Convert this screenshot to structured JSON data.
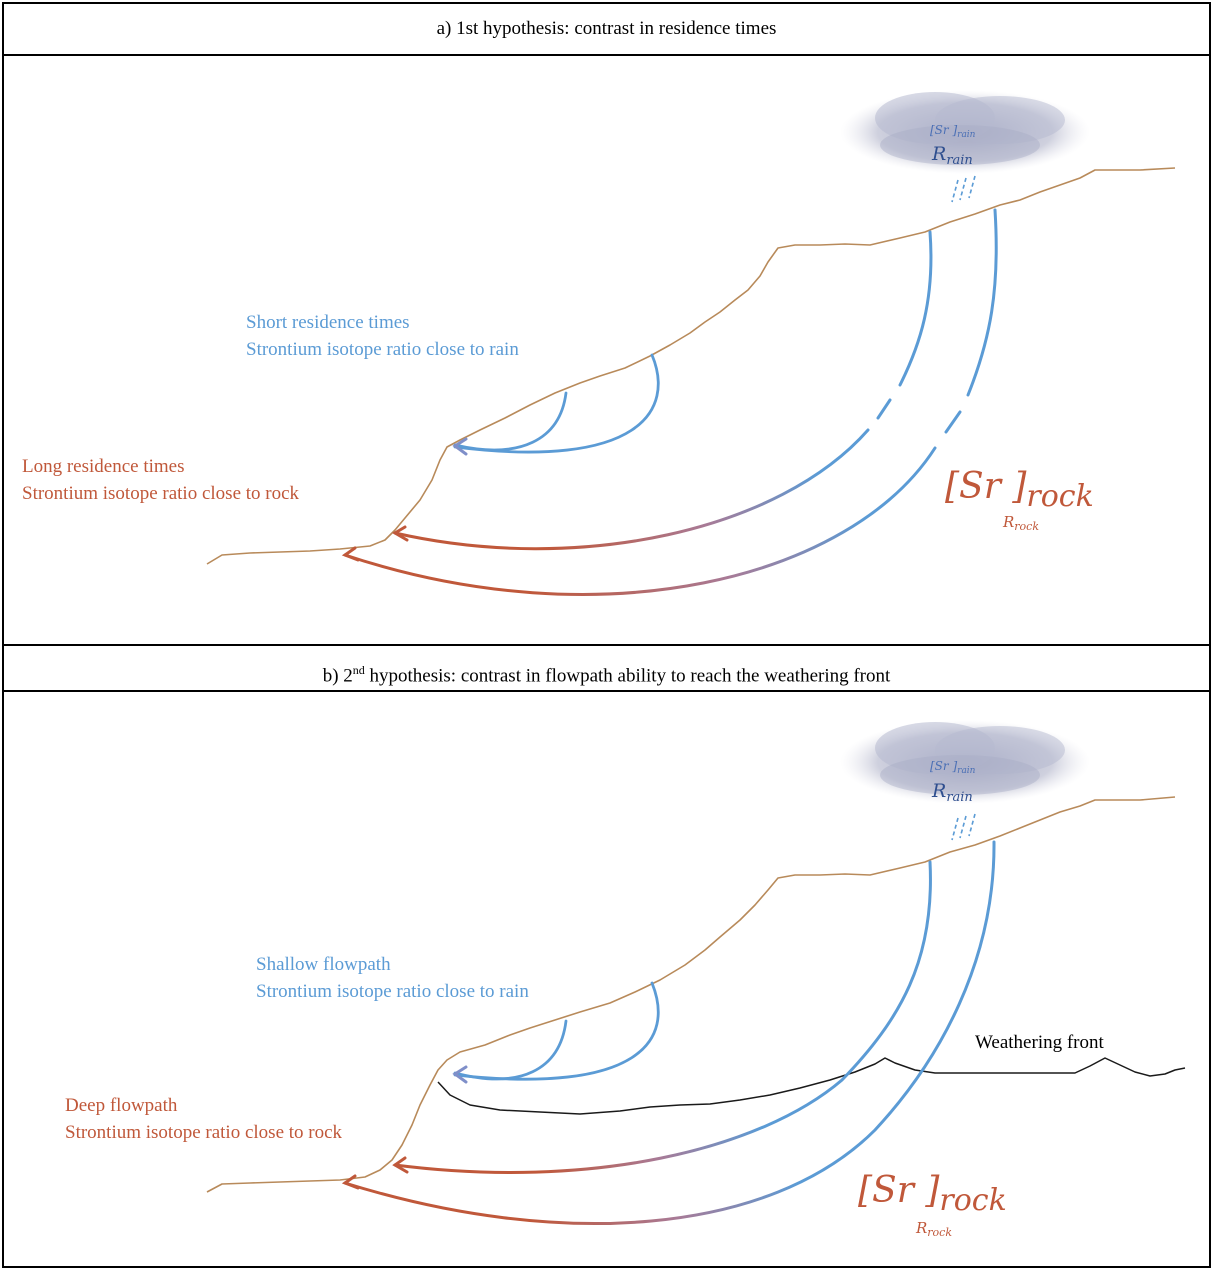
{
  "panel_a": {
    "title": "a) 1st hypothesis: contrast in residence times",
    "short_label_1": "Short residence times",
    "short_label_2": "Strontium isotope ratio close to rain",
    "long_label_1": "Long residence times",
    "long_label_2": "Strontium isotope ratio close to rock",
    "rain_conc": "[Sr ]rain",
    "rain_ratio": "Rrain",
    "rock_conc": "[Sr ]rock",
    "rock_ratio": "Rrock"
  },
  "panel_b": {
    "title_pre": "b) 2",
    "title_sup": "nd",
    "title_post": " hypothesis: contrast in flowpath ability to reach the weathering front",
    "shallow_label_1": "Shallow flowpath",
    "shallow_label_2": "Strontium isotope ratio close to rain",
    "deep_label_1": "Deep flowpath",
    "deep_label_2": "Strontium isotope ratio close to rock",
    "weathering_front": "Weathering front",
    "rain_conc": "[Sr ]rain",
    "rain_ratio": "Rrain",
    "rock_conc": "[Sr ]rock",
    "rock_ratio": "Rrock"
  },
  "colors": {
    "hillslope": "#b88a5a",
    "rain_flow": "#5b9bd5",
    "rock_flow": "#c0583a",
    "weathering_front": "#1a1a1a",
    "cloud": "#b6b9cf"
  }
}
